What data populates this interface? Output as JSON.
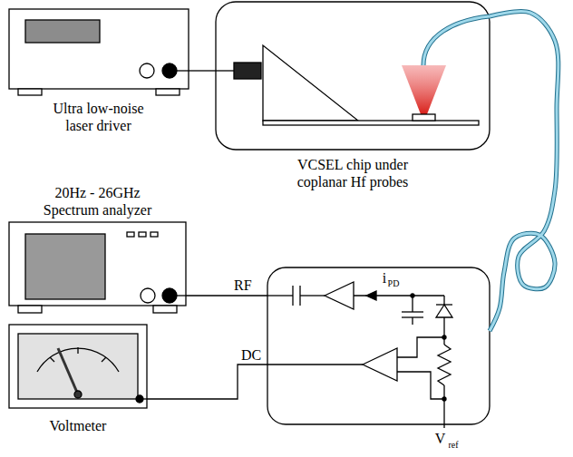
{
  "diagram": {
    "nodes": [
      {
        "text": [
          "Ultra low-noise laser driver"
        ]
      },
      {
        "text": [
          "VCSEL chip under coplanar Hf probes"
        ]
      },
      {
        "text": [
          "20Hz - 26GHz Spectrum analyzer"
        ]
      },
      {
        "text": [
          "Voltmeter"
        ]
      },
      {
        "text": [
          "i",
          "PD",
          "V",
          "ref"
        ]
      }
    ],
    "edges": [
      {
        "from": 0,
        "to": 1,
        "arrow": "none"
      },
      {
        "from": 1,
        "to": 4,
        "arrow": "none"
      },
      {
        "from": 2,
        "to": 4,
        "label": "RF",
        "arrow": "none"
      },
      {
        "from": 3,
        "to": 4,
        "label": "DC",
        "arrow": "none"
      }
    ]
  }
}
